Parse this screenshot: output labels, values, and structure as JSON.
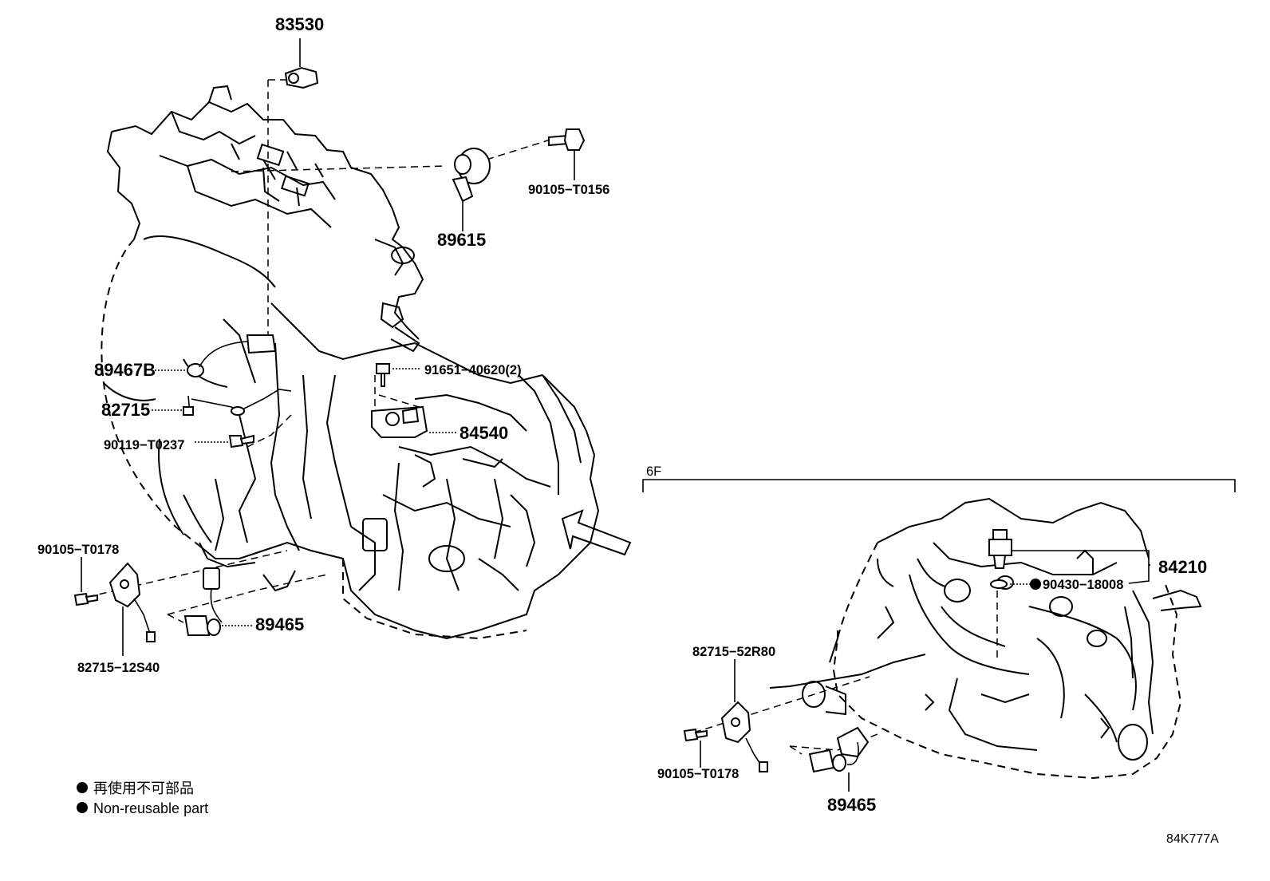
{
  "labels": {
    "p83530": "83530",
    "p90105_t0156": "90105−T0156",
    "p89615": "89615",
    "p89467b": "89467B",
    "p82715": "82715",
    "p91651": "91651−40620(2)",
    "p84540": "84540",
    "p90119": "90119−T0237",
    "p90105_t0178_left": "90105−T0178",
    "p89465_left": "89465",
    "p82715_12s40": "82715−12S40",
    "p6f": "6F",
    "p84210": "84210",
    "p90430": "90430−18008",
    "p82715_52r80": "82715−52R80",
    "p90105_t0178_right": "90105−T0178",
    "p89465_right": "89465"
  },
  "legend": {
    "japanese": "再使用不可部品",
    "english": "Non-reusable part"
  },
  "diagram_code": "84K777A"
}
